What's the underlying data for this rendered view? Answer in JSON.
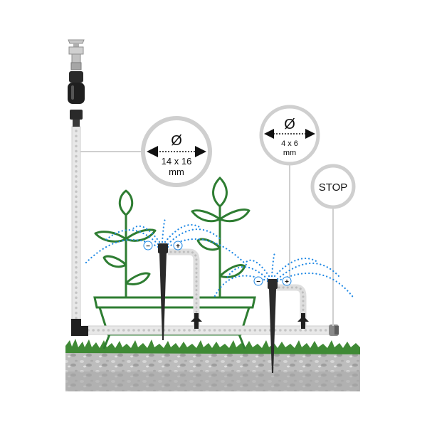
{
  "labels": {
    "main_pipe": {
      "symbol": "Ø",
      "size": "14 x 16",
      "unit": "mm"
    },
    "micro_tube": {
      "symbol": "Ø",
      "size": "4 x 6",
      "unit": "mm"
    },
    "end_plug": "STOP"
  },
  "adjust": {
    "minus": "−",
    "plus": "+"
  },
  "colors": {
    "leaf": "#2e7d32",
    "spray": "#1e88e5",
    "drip_body": "#2a2a2a",
    "pipe": "#e8e8e8",
    "ring": "#cfcfcf",
    "grass": "#3f8a35",
    "soil": "#b9b9b9"
  }
}
